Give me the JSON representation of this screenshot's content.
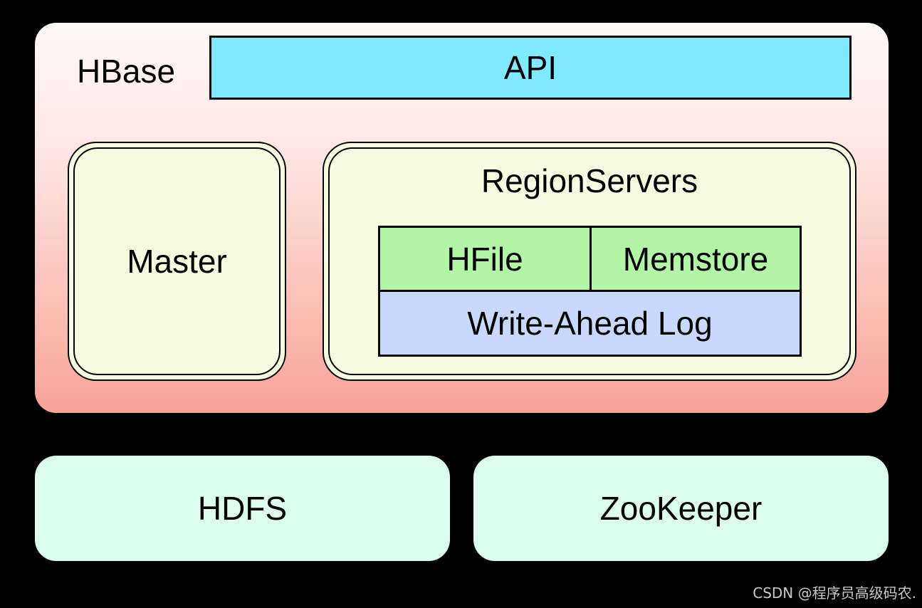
{
  "diagram": {
    "hbase": {
      "label": "HBase"
    },
    "api": {
      "label": "API"
    },
    "master": {
      "label": "Master"
    },
    "region_servers": {
      "label": "RegionServers",
      "hfile": "HFile",
      "memstore": "Memstore",
      "wal": "Write-Ahead Log"
    },
    "hdfs": {
      "label": "HDFS"
    },
    "zookeeper": {
      "label": "ZooKeeper"
    }
  },
  "colors": {
    "background": "#000000",
    "api": "#80e8ff",
    "component_fill": "#f7fbdf",
    "store_fill": "#b2f5a7",
    "wal_fill": "#c8d8ff",
    "bottom_fill": "#dcfdee"
  },
  "watermark": "CSDN @程序员高级码农."
}
